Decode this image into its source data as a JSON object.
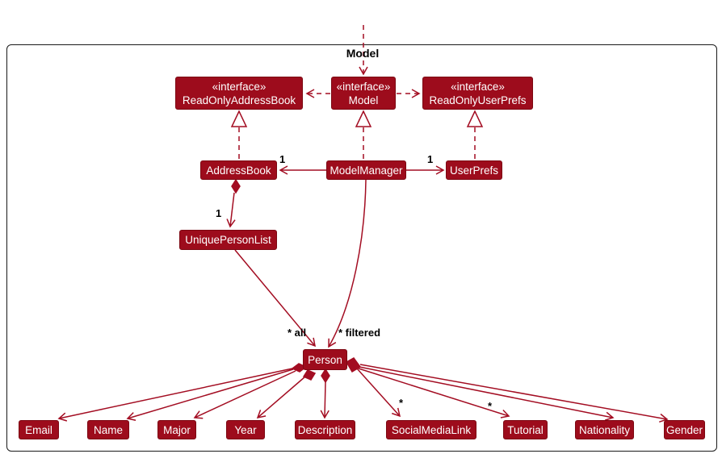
{
  "external": {
    "label": "Model"
  },
  "interfaces": {
    "readonly_addressbook": {
      "stereotype": "«interface»",
      "name": "ReadOnlyAddressBook"
    },
    "model": {
      "stereotype": "«interface»",
      "name": "Model"
    },
    "readonly_userprefs": {
      "stereotype": "«interface»",
      "name": "ReadOnlyUserPrefs"
    }
  },
  "classes": {
    "addressbook": "AddressBook",
    "modelmanager": "ModelManager",
    "userprefs": "UserPrefs",
    "uniquepersonlist": "UniquePersonList",
    "person": "Person"
  },
  "attributes": [
    "Email",
    "Name",
    "Major",
    "Year",
    "Description",
    "SocialMediaLink",
    "Tutorial",
    "Nationality",
    "Gender"
  ],
  "multiplicities": {
    "modelmanager_addressbook": "1",
    "modelmanager_userprefs": "1",
    "addressbook_uniquepersonlist": "1",
    "uniquepersonlist_person": "* all",
    "modelmanager_person": "* filtered",
    "person_socialmedialink": "*",
    "person_tutorial": "*"
  },
  "colors": {
    "node_fill": "#9d0c1c",
    "node_border": "#7c0812",
    "edge": "#a30d22",
    "node_text": "#ffffff",
    "label_text": "#000000",
    "frame_border": "#1a1a1a"
  }
}
